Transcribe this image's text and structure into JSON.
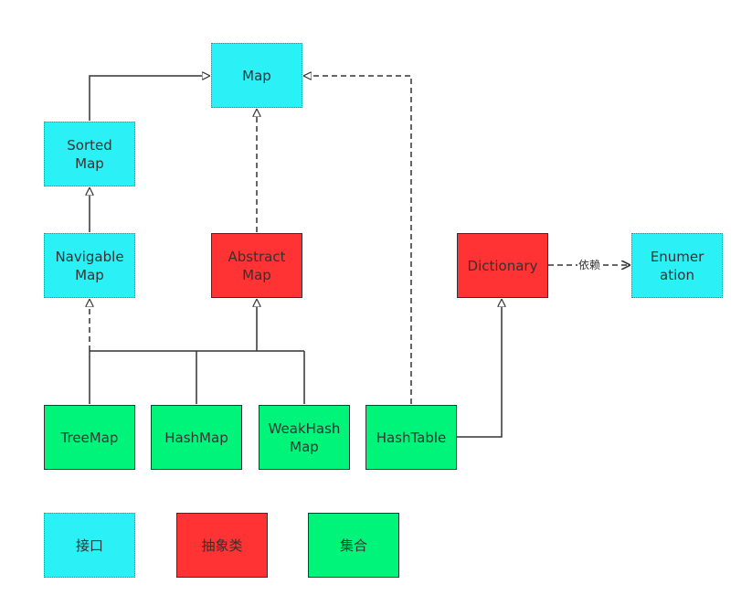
{
  "nodes": {
    "map": "Map",
    "sorted_map": "Sorted\nMap",
    "navigable_map": "Navigable\nMap",
    "abstract_map": "Abstract\nMap",
    "dictionary": "Dictionary",
    "enumeration": "Enumer\nation",
    "tree_map": "TreeMap",
    "hash_map": "HashMap",
    "weak_hash_map": "WeakHash\nMap",
    "hash_table": "HashTable"
  },
  "edges": {
    "dependency_label": "依赖"
  },
  "legend": {
    "interface": "接口",
    "abstract_class": "抽象类",
    "collection": "集合"
  },
  "colors": {
    "interface": "#2bf0f5",
    "abstract_class": "#ff3333",
    "collection": "#00f47a",
    "line": "#333333"
  }
}
